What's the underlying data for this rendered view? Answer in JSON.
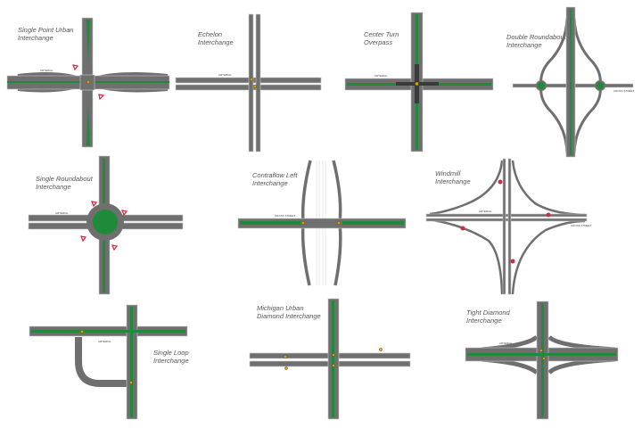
{
  "diagrams": [
    {
      "title_line1": "Single Point Urban",
      "title_line2": "Interchange"
    },
    {
      "title_line1": "Echelon",
      "title_line2": "Interchange"
    },
    {
      "title_line1": "Center Turn",
      "title_line2": "Overpass"
    },
    {
      "title_line1": "Double Roundabout",
      "title_line2": "Interchange"
    },
    {
      "title_line1": "Single Roundabout",
      "title_line2": "Interchange"
    },
    {
      "title_line1": "Contraflow Left",
      "title_line2": "Interchange"
    },
    {
      "title_line1": "Windmill",
      "title_line2": "Interchange"
    },
    {
      "title_line1": "Single Loop",
      "title_line2": "Interchange"
    },
    {
      "title_line1": "Michigan Urban",
      "title_line2": "Diamond Interchange"
    },
    {
      "title_line1": "Tight Diamond",
      "title_line2": "Interchange"
    }
  ],
  "labels": {
    "arterial": "ARTERIAL",
    "cross_street": "CROSS STREET"
  },
  "colors": {
    "road": "#6f6f6f",
    "median": "#1e8a3a",
    "yield": "#d0263a",
    "signal": "#d9a400"
  }
}
